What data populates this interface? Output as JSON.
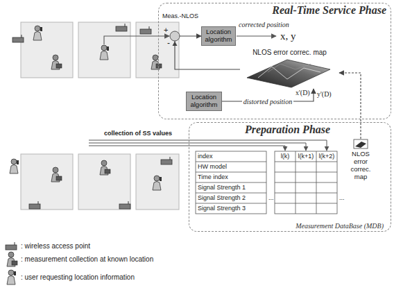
{
  "diagram": {
    "nodes": [
      {
        "text": [
          "Real-Time Service Phase"
        ]
      },
      {
        "text": [
          "Location algorithm"
        ],
        "in": 0
      },
      {
        "text": [
          "NLOS error correc. map"
        ],
        "in": 0
      },
      {
        "text": [
          "Location algorithm"
        ],
        "in": 0
      },
      {
        "text": [
          "Preparation Phase",
          "Measurement DataBase (MDB)"
        ]
      },
      {
        "text": [
          "NLOS error correc. map"
        ],
        "in": 4
      }
    ],
    "edges": [
      {
        "from": 3,
        "to": 2,
        "label": "distorted position",
        "arrow": "to"
      },
      {
        "from": 5,
        "to": 2,
        "arrow": "to"
      },
      {
        "from": 2,
        "to": 1,
        "arrow": "to"
      }
    ],
    "labels": [
      "Meas.-NLOS",
      "+",
      "-",
      "corrected position",
      "x, y",
      "x'(D)",
      "y'(D)",
      "collection of SS values",
      "index",
      "HW model",
      "Time index",
      "Signal Strength 1",
      "Signal Strength 2",
      "Signal Strength 3",
      "l(k)",
      "l(k+1)",
      "l(k+2)",
      "...",
      "..."
    ],
    "legend": [
      {
        "text": ": wireless access point"
      },
      {
        "text": ": measurement collection at known location"
      },
      {
        "text": ": user requesting location information"
      }
    ]
  }
}
